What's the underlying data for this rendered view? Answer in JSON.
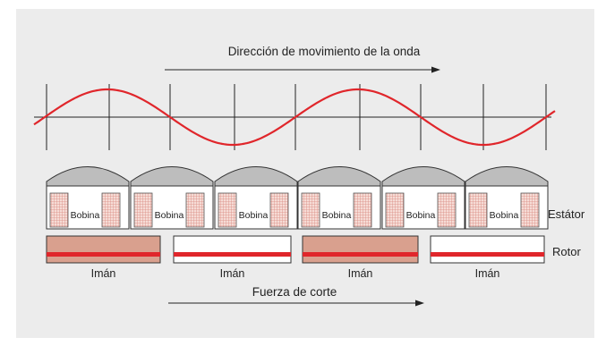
{
  "wave_direction_label": "Dirección de movimiento de la onda",
  "shear_force_label": "Fuerza de corte",
  "stator_label": "Estátor",
  "rotor_label": "Rotor",
  "coils": [
    {
      "label": "Bobina"
    },
    {
      "label": "Bobina"
    },
    {
      "label": "Bobina"
    },
    {
      "label": "Bobina"
    },
    {
      "label": "Bobina"
    },
    {
      "label": "Bobina"
    }
  ],
  "magnets": [
    {
      "label": "Imán",
      "filled": true
    },
    {
      "label": "Imán",
      "filled": false
    },
    {
      "label": "Imán",
      "filled": true
    },
    {
      "label": "Imán",
      "filled": false
    }
  ],
  "colors": {
    "wave": "#e0262b",
    "magnet_fill": "#d9a08e",
    "rotor_stripe": "#e0262b",
    "coil_pattern": "#d98a80",
    "dome": "#bdbdbd",
    "background": "#ececec"
  }
}
